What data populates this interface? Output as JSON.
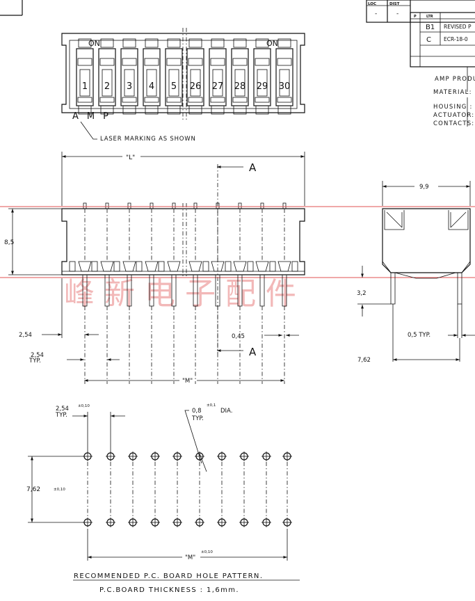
{
  "title_block": {
    "loc_label": "LOC",
    "dist_label": "DIST",
    "loc_value": "-",
    "dist_value": "-",
    "p_label": "P",
    "ltr_label": "LTR",
    "rev_rows": [
      {
        "ltr": "B1",
        "desc": "REVISED P"
      },
      {
        "ltr": "C",
        "desc": "ECR-18-0"
      }
    ],
    "amp_product": "AMP PRODU",
    "material": "MATERIAL:",
    "housing": "HOUSING :",
    "actuator": "ACTUATOR:",
    "contacts": "CONTACTS:"
  },
  "top_view": {
    "on_left": "ON",
    "on_right": "ON",
    "switch_numbers": [
      "1",
      "2",
      "3",
      "4",
      "5",
      "26",
      "27",
      "28",
      "29",
      "30"
    ],
    "amp_marking": "AMP",
    "laser_note": "LASER MARKING AS SHOWN"
  },
  "front_view": {
    "dim_L": "\"L\"",
    "section_top": "A",
    "section_bottom": "A",
    "height": "8,5",
    "pin_offset": "2,54",
    "pitch": "2,54",
    "pitch_typ": "TYP.",
    "pin_width": "0,45",
    "dim_M": "\"M\""
  },
  "side_view": {
    "width": "9,9",
    "pin_length": "3,2",
    "pin_thickness": "0,5 TYP.",
    "row_spacing": "7,62"
  },
  "hole_pattern": {
    "pitch": "2,54",
    "pitch_tol": "±0,10",
    "pitch_typ": "TYP.",
    "hole_dia": "0,8",
    "hole_tol": "±0,1",
    "hole_dia_label": "DIA.",
    "hole_typ": "TYP.",
    "row_spacing": "7,62",
    "row_tol": "±0,10",
    "dim_M": "\"M\"",
    "m_tol": "±0,10",
    "title": "RECOMMENDED P.C. BOARD HOLE PATTERN.",
    "thickness": "P.C.BOARD THICKNESS : 1,6mm."
  },
  "watermark": "峰 新 电 子 配 件"
}
